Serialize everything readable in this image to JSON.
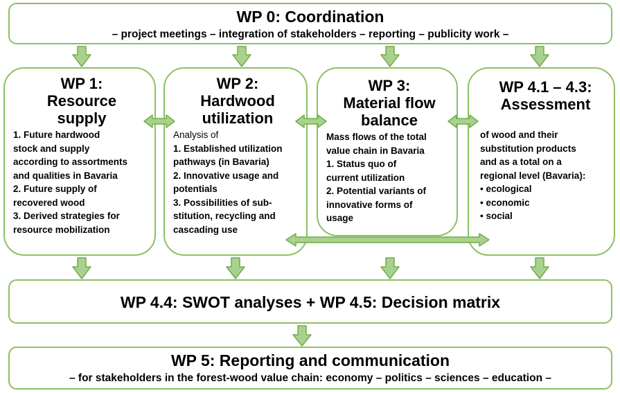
{
  "wp0": {
    "title": "WP 0: Coordination",
    "subtitle": "– project meetings – integration of stakeholders – reporting – publicity work –"
  },
  "wp1": {
    "title_lines": [
      "WP 1:",
      "Resource",
      "supply"
    ],
    "items": [
      "1. Future hardwood",
      "stock and supply",
      "according to assortments",
      "and qualities in Bavaria",
      "2. Future supply of",
      "recovered wood",
      "3. Derived strategies for",
      "resource mobilization"
    ]
  },
  "wp2": {
    "title_lines": [
      "WP 2:",
      "Hardwood",
      "utilization"
    ],
    "intro": "Analysis of",
    "items": [
      "1. Established utilization",
      "pathways (in Bavaria)",
      "2. Innovative usage and",
      "potentials",
      "3. Possibilities of sub-",
      "stitution, recycling and",
      "cascading use"
    ]
  },
  "wp3": {
    "title_lines": [
      "WP 3:",
      "Material flow",
      "balance"
    ],
    "items": [
      "Mass flows of the total",
      "value chain in Bavaria",
      "1. Status quo of",
      "current utilization",
      "2. Potential variants of",
      "innovative forms of",
      "usage"
    ]
  },
  "wp4": {
    "title_lines": [
      "WP 4.1 – 4.3:",
      "Assessment"
    ],
    "items": [
      "of wood and their",
      "substitution products",
      "and as a total on a",
      "regional level (Bavaria):",
      "• ecological",
      "• economic",
      "• social"
    ]
  },
  "wp44": {
    "title": "WP 4.4: SWOT analyses + WP 4.5: Decision matrix"
  },
  "wp5": {
    "title": "WP 5: Reporting and communication",
    "subtitle": "– for stakeholders in the forest-wood value chain: economy – politics – sciences – education –"
  },
  "colors": {
    "border": "#8cc063",
    "arrow_fill": "#a9d18e",
    "arrow_stroke": "#70ad47"
  }
}
